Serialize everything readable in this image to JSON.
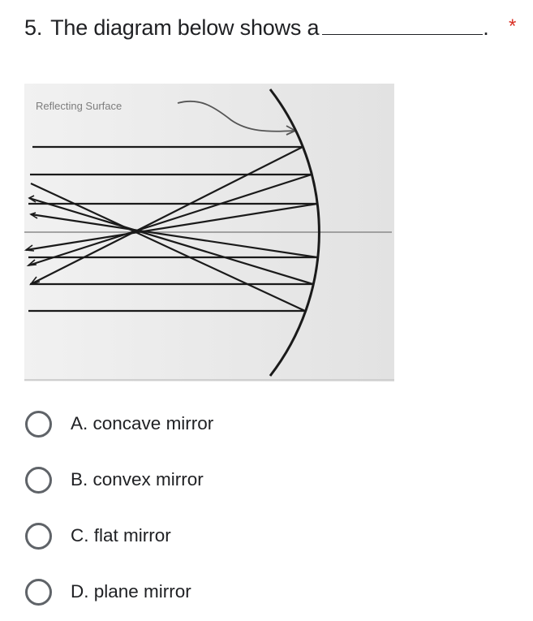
{
  "question": {
    "number": "5.",
    "text": "The diagram below shows a",
    "blank_suffix": ".",
    "required_marker": "*",
    "required_color": "#d93025"
  },
  "diagram": {
    "label": "Reflecting Surface",
    "description": "Parallel light rays striking a curved (concave) reflecting surface and converging at a focal point on the principal axis"
  },
  "options": [
    {
      "label": "A. concave mirror",
      "selected": false
    },
    {
      "label": "B. convex mirror",
      "selected": false
    },
    {
      "label": "C. flat mirror",
      "selected": false
    },
    {
      "label": "D. plane mirror",
      "selected": false
    }
  ]
}
